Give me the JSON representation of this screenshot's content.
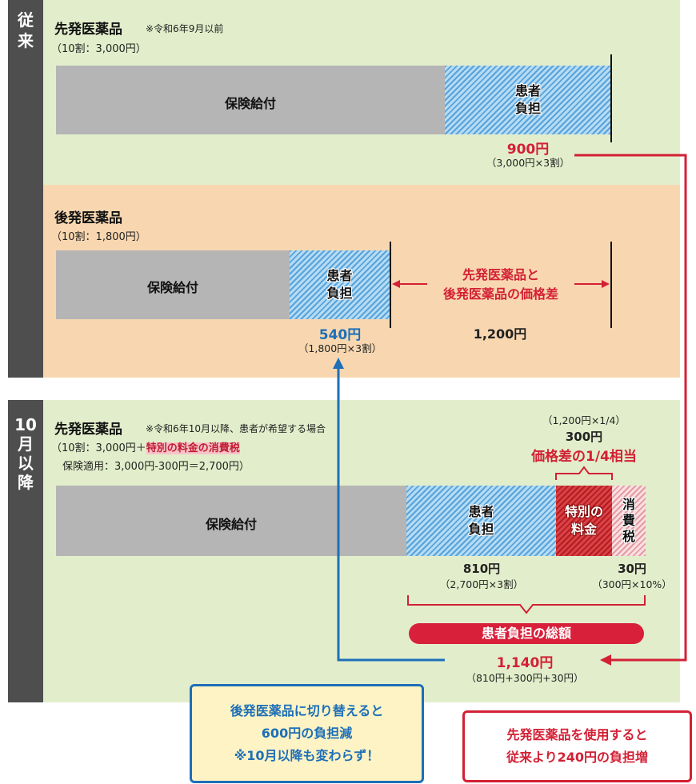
{
  "before": {
    "side_label": [
      "従",
      "来"
    ],
    "brand": {
      "title": "先発医薬品",
      "note": "※令和6年9月以前",
      "sub": "（10割：3,000円）",
      "bar_insurance": "保険給付",
      "bar_patient": [
        "患者",
        "負担"
      ],
      "amount": "900円",
      "formula": "（3,000円×3割）"
    },
    "generic": {
      "title": "後発医薬品",
      "sub": "（10割：1,800円）",
      "bar_insurance": "保険給付",
      "bar_patient": [
        "患者",
        "負担"
      ],
      "amount": "540円",
      "formula": "（1,800円×3割）",
      "diff_label": [
        "先発医薬品と",
        "後発医薬品の価格差"
      ],
      "diff_amount": "1,200円"
    }
  },
  "after": {
    "side_label": [
      "10",
      "月",
      "以",
      "降"
    ],
    "title": "先発医薬品",
    "note": "※令和6年10月以降、患者が希望する場合",
    "sub1_prefix": "（10割：3,000円＋",
    "sub1_highlight": "特別の料金の消費税",
    "sub2": "保険適用：3,000円-300円＝2,700円）",
    "special_formula": "（1,200円×1/4）",
    "special_amount": "300円",
    "special_note": "価格差の1/4相当",
    "bar_insurance": "保険給付",
    "bar_patient": [
      "患者",
      "負担"
    ],
    "bar_special": [
      "特別の",
      "料金"
    ],
    "bar_tax": [
      "消",
      "費",
      "税"
    ],
    "patient_amount": "810円",
    "patient_formula": "（2,700円×3割）",
    "tax_amount": "30円",
    "tax_formula": "（300円×10%）",
    "total_label": "患者負担の総額",
    "total_amount": "1,140円",
    "total_formula": "（810円+300円+30円）"
  },
  "callouts": {
    "blue": [
      "後発医薬品に切り替えると",
      "600円の負担減",
      "※10月以降も変わらず！"
    ],
    "red": [
      "先発医薬品を使用すると",
      "従来より240円の負担増"
    ]
  },
  "colors": {
    "green_panel": "#e2eecb",
    "orange_panel": "#f8d7b0",
    "sidebar": "#4e4e4e",
    "insurance_bar": "#b5b5b5",
    "patient_hatch": "#56a3dc",
    "special_hatch": "#b71c1c",
    "tax_hatch": "#e59aa1",
    "accent_red": "#d32035",
    "accent_blue": "#1d6fb8"
  }
}
